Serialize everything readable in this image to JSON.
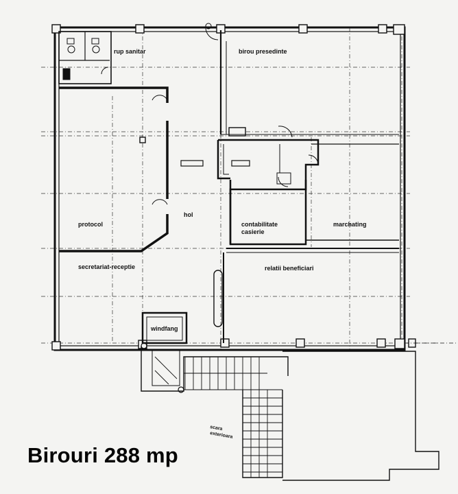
{
  "plan": {
    "caption": "Birouri 288 mp",
    "rooms": {
      "grup_sanitar": "rup sanitar",
      "birou_presedinte": "birou presedinte",
      "protocol": "protocol",
      "hol": "hol",
      "contabilitate": "contabilitate",
      "casierie": "casierie",
      "marketing": "marchating",
      "secretariat": "secretariat-receptie",
      "relatii_beneficiari": "relatii beneficiari",
      "windfang": "windfang",
      "scara_1": "scara",
      "scara_2": "exterioara"
    }
  }
}
